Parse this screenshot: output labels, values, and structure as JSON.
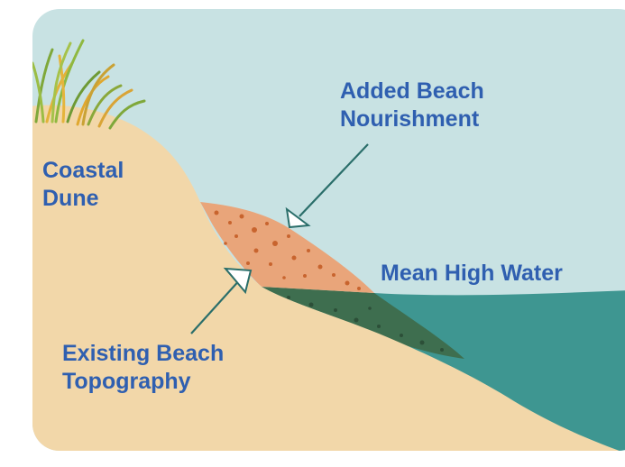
{
  "labels": {
    "coastal_dune": [
      "Coastal",
      "Dune"
    ],
    "added_beach_nourishment": [
      "Added Beach",
      "Nourishment"
    ],
    "mean_high_water": "Mean High Water",
    "existing_beach_topography": [
      "Existing Beach",
      "Topography"
    ]
  },
  "colors": {
    "sky": "#c8e2e3",
    "sand": "#f2d7a9",
    "nourishment": "#e9a57a",
    "water": "#3e9691",
    "submerged_sand": "#3e6e4f",
    "label_text": "#2f5fb0",
    "arrow": "#2a6e6a"
  }
}
